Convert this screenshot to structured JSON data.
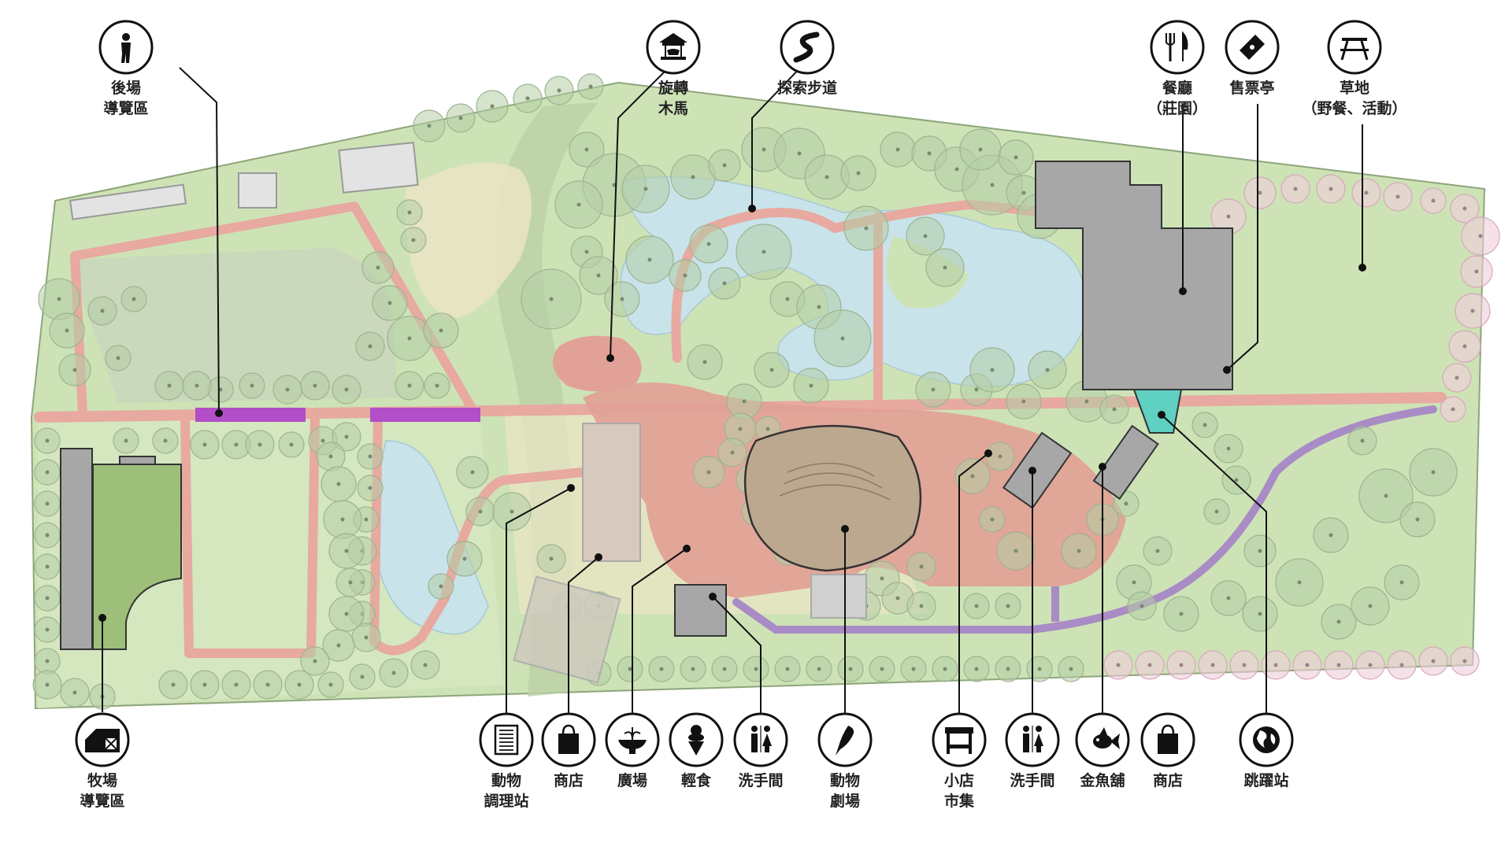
{
  "map": {
    "title": "",
    "colors": {
      "lawn": "#cde3b6",
      "lawn_dark": "#b9d59d",
      "path": "#e7a9a0",
      "plaza": "#e2a196",
      "water": "#c8e3ea",
      "building": "#a7a7a7",
      "amphitheater": "#bca88e",
      "barn_yard": "#9dbf7a",
      "purple_path": "#a98bc6",
      "magenta_bar": "#b24ec7",
      "teal": "#5fd0c2",
      "tree_fill": "rgba(180,205,165,0.55)",
      "tree_pink": "rgba(240,205,220,0.6)"
    },
    "top_labels": [
      {
        "id": "backstage-tour",
        "icon": "person-icon",
        "lines": [
          "後場",
          "導覽區"
        ]
      },
      {
        "id": "carousel",
        "icon": "carousel-icon",
        "lines": [
          "旋轉",
          "木馬"
        ]
      },
      {
        "id": "explore-trail",
        "icon": "trail-icon",
        "lines": [
          "探索步道"
        ]
      },
      {
        "id": "restaurant",
        "icon": "fork-knife-icon",
        "lines": [
          "餐廳",
          "（莊園）"
        ]
      },
      {
        "id": "ticket-booth",
        "icon": "ticket-icon",
        "lines": [
          "售票亭"
        ]
      },
      {
        "id": "lawn",
        "icon": "picnic-table-icon",
        "lines": [
          "草地",
          "（野餐、活動）"
        ]
      }
    ],
    "bottom_labels": [
      {
        "id": "ranch-tour",
        "icon": "barn-icon",
        "lines": [
          "牧場",
          "導覽區"
        ]
      },
      {
        "id": "animal-kitchen",
        "icon": "clipboard-icon",
        "lines": [
          "動物",
          "調理站"
        ]
      },
      {
        "id": "shop-1",
        "icon": "shopping-bag-icon",
        "lines": [
          "商店"
        ]
      },
      {
        "id": "plaza",
        "icon": "fountain-icon",
        "lines": [
          "廣場"
        ]
      },
      {
        "id": "snacks",
        "icon": "ice-cream-icon",
        "lines": [
          "輕食"
        ]
      },
      {
        "id": "restroom-1",
        "icon": "restroom-icon",
        "lines": [
          "洗手間"
        ]
      },
      {
        "id": "animal-theater",
        "icon": "parrot-icon",
        "lines": [
          "動物",
          "劇場"
        ]
      },
      {
        "id": "market",
        "icon": "market-stall-icon",
        "lines": [
          "小店",
          "市集"
        ]
      },
      {
        "id": "restroom-2",
        "icon": "restroom-icon",
        "lines": [
          "洗手間"
        ]
      },
      {
        "id": "goldfish-shop",
        "icon": "goldfish-icon",
        "lines": [
          "金魚舖"
        ]
      },
      {
        "id": "shop-2",
        "icon": "shopping-bag-icon",
        "lines": [
          "商店"
        ]
      },
      {
        "id": "trampoline",
        "icon": "globe-icon",
        "lines": [
          "跳躍站"
        ]
      }
    ]
  }
}
